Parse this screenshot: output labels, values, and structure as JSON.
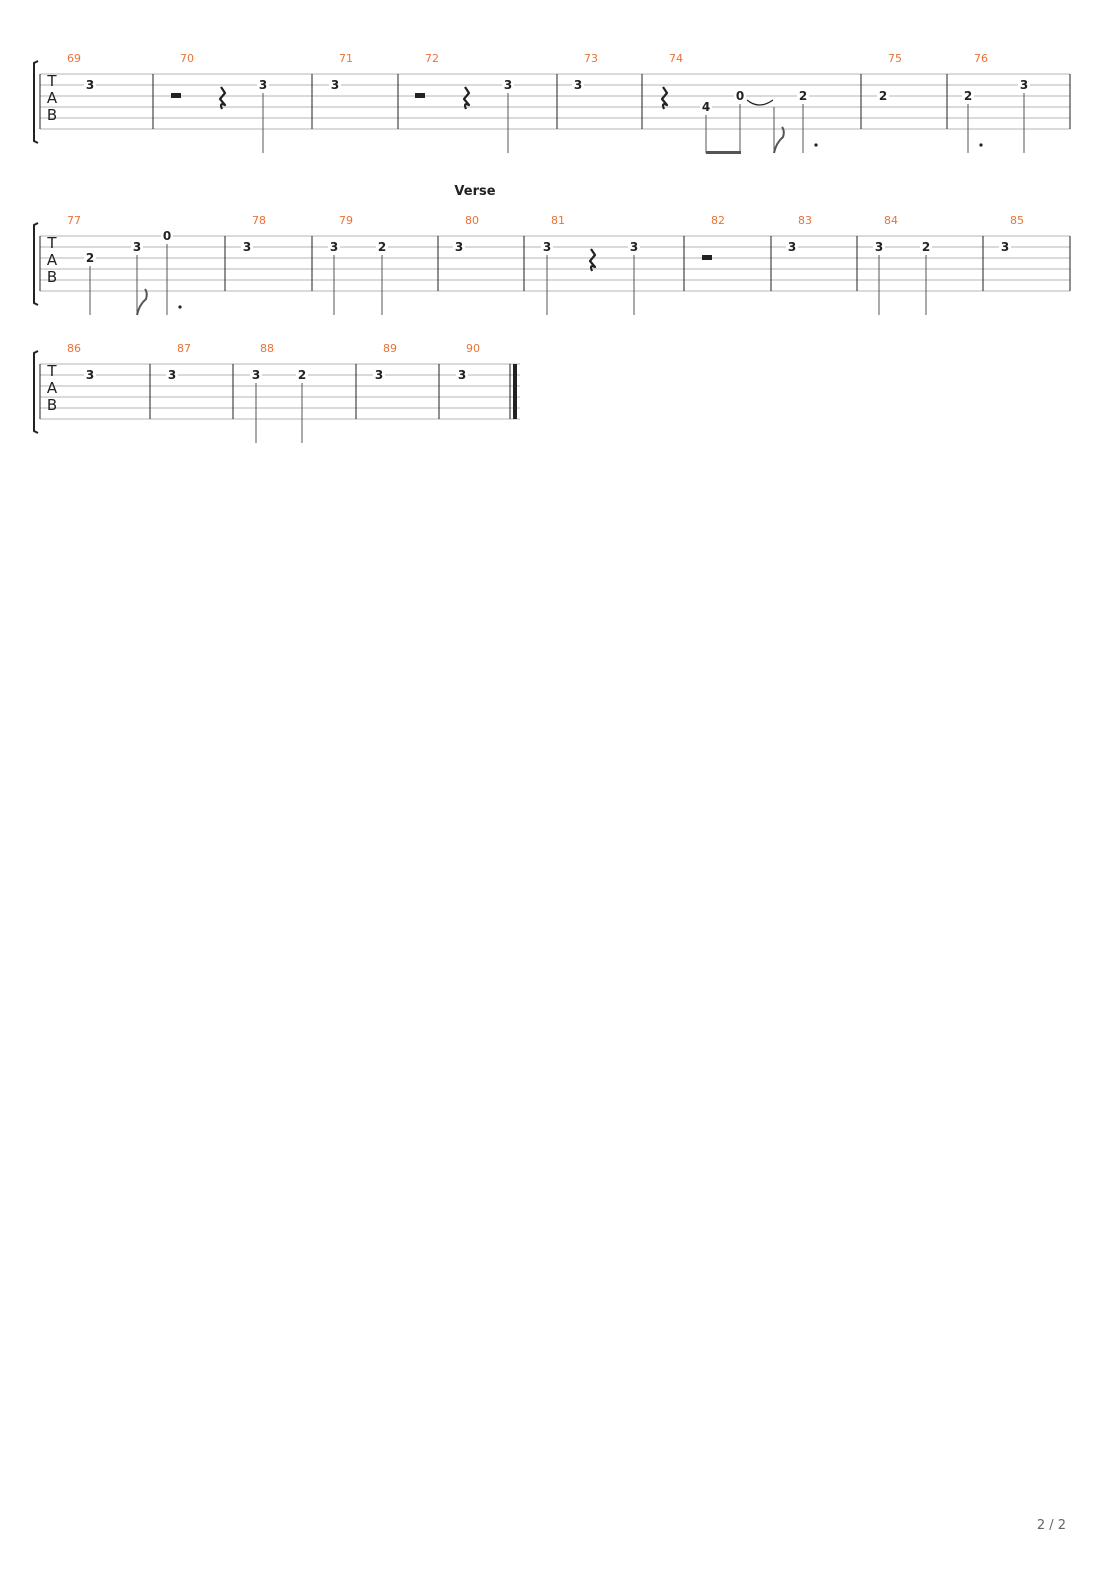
{
  "page": {
    "number": "2 / 2"
  },
  "tab_letters": [
    "T",
    "A",
    "B"
  ],
  "colors": {
    "bar_number": "#e8733a",
    "ink": "#222222",
    "staff_line": "#b4b4b4"
  },
  "systems": [
    {
      "section_label": "",
      "measures": [
        {
          "number": "69",
          "events": [
            {
              "type": "note",
              "fret": "3",
              "string": 1
            }
          ]
        },
        {
          "number": "70",
          "events": [
            {
              "type": "half-rest"
            },
            {
              "type": "quarter-rest"
            },
            {
              "type": "note",
              "fret": "3",
              "string": 1,
              "stem": "quarter"
            }
          ]
        },
        {
          "number": "71",
          "events": [
            {
              "type": "note",
              "fret": "3",
              "string": 1
            }
          ]
        },
        {
          "number": "72",
          "events": [
            {
              "type": "half-rest"
            },
            {
              "type": "quarter-rest"
            },
            {
              "type": "note",
              "fret": "3",
              "string": 1,
              "stem": "quarter"
            }
          ]
        },
        {
          "number": "73",
          "events": [
            {
              "type": "note",
              "fret": "3",
              "string": 1
            }
          ]
        },
        {
          "number": "74",
          "events": [
            {
              "type": "quarter-rest"
            },
            {
              "type": "note",
              "fret": "4",
              "string": 3,
              "stem": "eighth-beamed"
            },
            {
              "type": "note",
              "fret": "0",
              "string": 2,
              "stem": "eighth-beamed",
              "tie": true
            },
            {
              "type": "note",
              "fret": "",
              "stem": "eighth-flag"
            },
            {
              "type": "note",
              "fret": "2",
              "string": 2,
              "stem": "dotted-quarter"
            }
          ]
        },
        {
          "number": "75",
          "events": [
            {
              "type": "note",
              "fret": "2",
              "string": 2
            }
          ]
        },
        {
          "number": "76",
          "events": [
            {
              "type": "note",
              "fret": "2",
              "string": 2,
              "stem": "dotted-quarter"
            },
            {
              "type": "note",
              "fret": "3",
              "string": 1,
              "stem": "quarter"
            }
          ]
        }
      ]
    },
    {
      "section_label": "Verse",
      "measures": [
        {
          "number": "77",
          "events": [
            {
              "type": "note",
              "fret": "2",
              "string": 2,
              "stem": "quarter"
            },
            {
              "type": "note",
              "fret": "3",
              "string": 1,
              "stem": "eighth-flag"
            },
            {
              "type": "note",
              "fret": "0",
              "string": 0,
              "stem": "dotted-quarter"
            }
          ]
        },
        {
          "number": "78",
          "events": [
            {
              "type": "note",
              "fret": "3",
              "string": 1
            }
          ]
        },
        {
          "number": "79",
          "events": [
            {
              "type": "note",
              "fret": "3",
              "string": 1,
              "stem": "quarter"
            },
            {
              "type": "note",
              "fret": "2",
              "string": 1,
              "stem": "quarter"
            }
          ]
        },
        {
          "number": "80",
          "events": [
            {
              "type": "note",
              "fret": "3",
              "string": 1
            }
          ]
        },
        {
          "number": "81",
          "events": [
            {
              "type": "note",
              "fret": "3",
              "string": 1,
              "stem": "quarter"
            },
            {
              "type": "quarter-rest"
            },
            {
              "type": "note",
              "fret": "3",
              "string": 1,
              "stem": "quarter"
            }
          ]
        },
        {
          "number": "82",
          "events": [
            {
              "type": "half-rest"
            }
          ]
        },
        {
          "number": "83",
          "events": [
            {
              "type": "note",
              "fret": "3",
              "string": 1
            }
          ]
        },
        {
          "number": "84",
          "events": [
            {
              "type": "note",
              "fret": "3",
              "string": 1,
              "stem": "quarter"
            },
            {
              "type": "note",
              "fret": "2",
              "string": 1,
              "stem": "quarter"
            }
          ]
        },
        {
          "number": "85",
          "events": [
            {
              "type": "note",
              "fret": "3",
              "string": 1
            }
          ]
        }
      ]
    },
    {
      "section_label": "",
      "measures": [
        {
          "number": "86",
          "events": [
            {
              "type": "note",
              "fret": "3",
              "string": 1
            }
          ]
        },
        {
          "number": "87",
          "events": [
            {
              "type": "note",
              "fret": "3",
              "string": 1
            }
          ]
        },
        {
          "number": "88",
          "events": [
            {
              "type": "note",
              "fret": "3",
              "string": 1,
              "stem": "quarter"
            },
            {
              "type": "note",
              "fret": "2",
              "string": 1,
              "stem": "quarter"
            }
          ]
        },
        {
          "number": "89",
          "events": [
            {
              "type": "note",
              "fret": "3",
              "string": 1
            }
          ]
        },
        {
          "number": "90",
          "events": [
            {
              "type": "note",
              "fret": "3",
              "string": 1
            }
          ]
        }
      ],
      "final_barline": true
    }
  ]
}
